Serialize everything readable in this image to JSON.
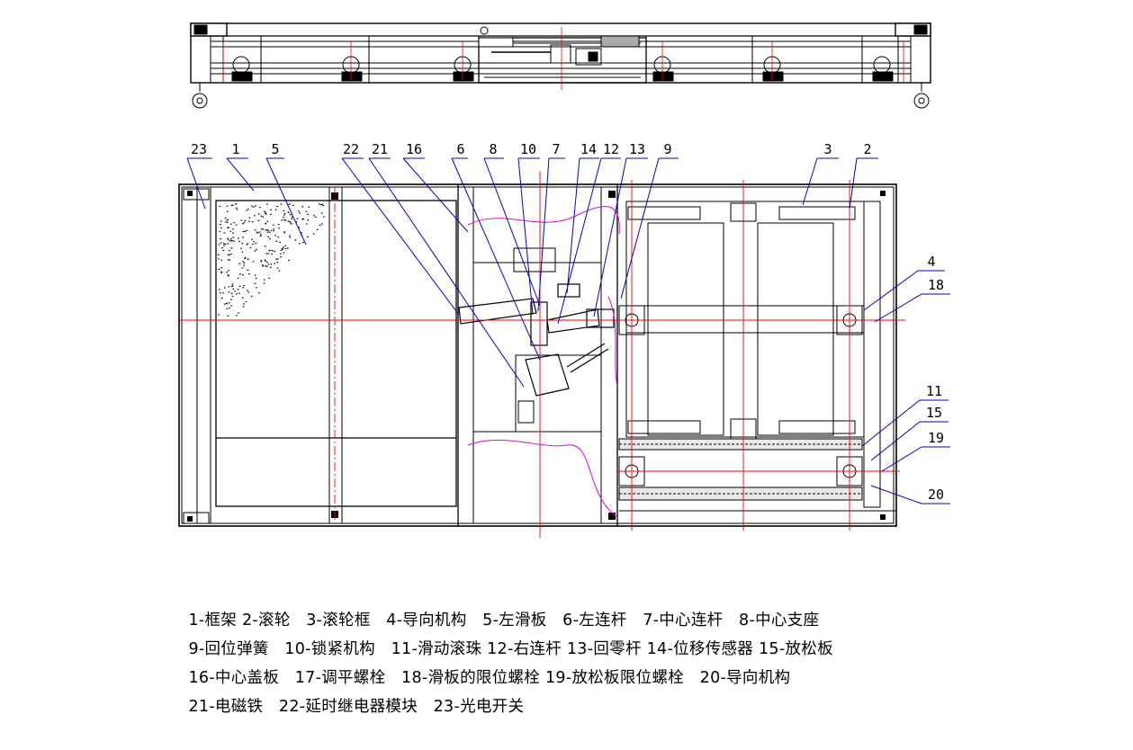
{
  "callouts": [
    {
      "num": "23",
      "name": "光电开关"
    },
    {
      "num": "1",
      "name": "框架"
    },
    {
      "num": "5",
      "name": "左滑板"
    },
    {
      "num": "22",
      "name": "延时继电器模块"
    },
    {
      "num": "21",
      "name": "电磁铁"
    },
    {
      "num": "16",
      "name": "中心盖板"
    },
    {
      "num": "6",
      "name": "左连杆"
    },
    {
      "num": "8",
      "name": "中心支座"
    },
    {
      "num": "10",
      "name": "锁紧机构"
    },
    {
      "num": "7",
      "name": "中心连杆"
    },
    {
      "num": "14",
      "name": "位移传感器"
    },
    {
      "num": "12",
      "name": "右连杆"
    },
    {
      "num": "13",
      "name": "回零杆"
    },
    {
      "num": "9",
      "name": "回位弹簧"
    },
    {
      "num": "3",
      "name": "滚轮框"
    },
    {
      "num": "2",
      "name": "滚轮"
    },
    {
      "num": "4",
      "name": "导向机构"
    },
    {
      "num": "18",
      "name": "滑板的限位螺栓"
    },
    {
      "num": "11",
      "name": "滑动滚珠"
    },
    {
      "num": "15",
      "name": "放松板"
    },
    {
      "num": "19",
      "name": "放松板限位螺栓"
    },
    {
      "num": "20",
      "name": "导向机构"
    }
  ],
  "legend": [
    [
      "1-框架",
      " 2-滚轮",
      "   3-滚轮框",
      "   4-导向机构",
      "   5-左滑板",
      "   6-左连杆",
      "   7-中心连杆",
      "   8-中心支座"
    ],
    [
      "9-回位弹簧",
      "   10-锁紧机构",
      "   11-滑动滚珠",
      " 12-右连杆",
      " 13-回零杆",
      " 14-位移传感器",
      " 15-放松板"
    ],
    [
      "16-中心盖板",
      "   17-调平螺栓",
      "   18-滑板的限位螺栓",
      " 19-放松板限位螺栓",
      "   20-导向机构"
    ],
    [
      "21-电磁铁",
      "   22-延时继电器模块",
      "   23-光电开关"
    ]
  ],
  "colors": {
    "line": "#000000",
    "center_line": "#ff0000",
    "leader": "#0000cc",
    "break_line": "#e000e0",
    "background": "#ffffff"
  }
}
